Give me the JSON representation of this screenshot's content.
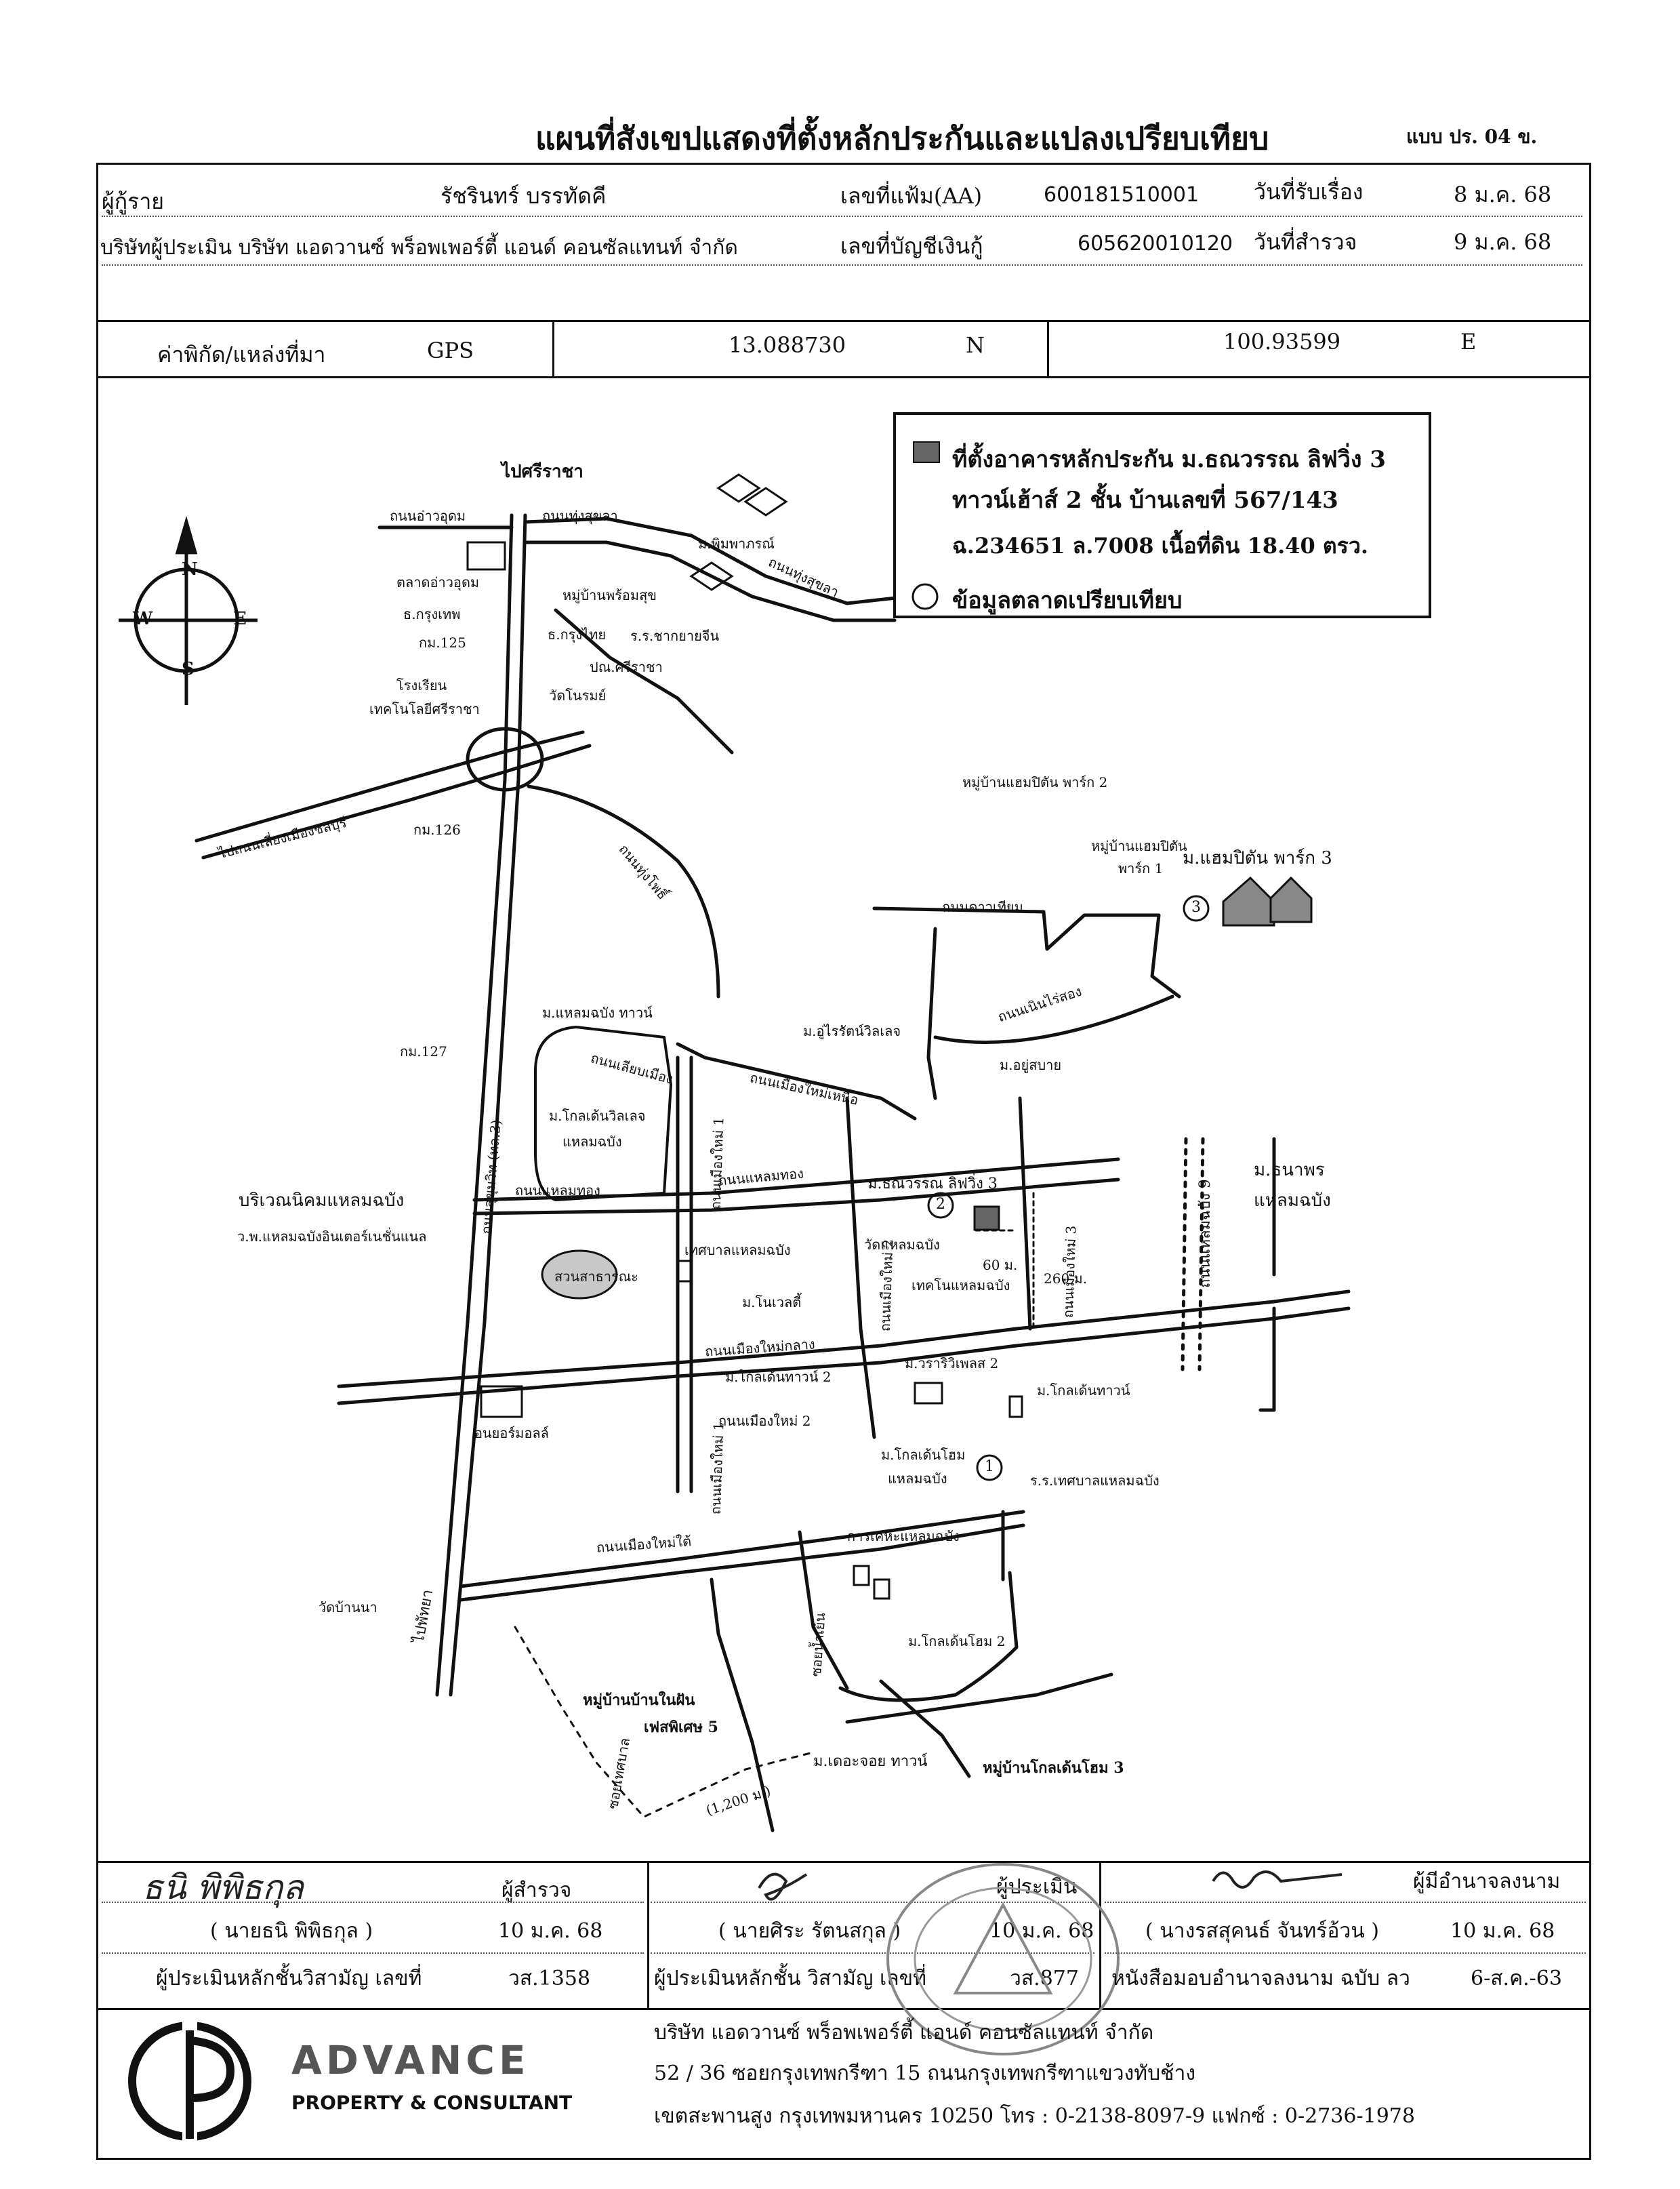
{
  "header": {
    "title": "แผนที่สังเขปแสดงที่ตั้งหลักประกันและแปลงเปรียบเทียบ",
    "form_no": "แบบ ปร. 04 ข."
  },
  "info": {
    "borrower_label": "ผู้กู้ราย",
    "borrower_name": "รัชรินทร์ บรรทัดคี",
    "file_no_label": "เลขที่แฟ้ม(AA)",
    "file_no": "600181510001",
    "received_label": "วันที่รับเรื่อง",
    "received_date": "8 ม.ค. 68",
    "appraiser_company": "บริษัทผู้ประเมิน บริษัท แอดวานซ์ พร็อพเพอร์ตี้ แอนด์ คอนซัลแทนท์ จำกัด",
    "account_label": "เลขที่บัญชีเงินกู้",
    "account_no": "605620010120",
    "survey_label": "วันที่สำรวจ",
    "survey_date": "9 ม.ค. 68"
  },
  "coords": {
    "label": "ค่าพิกัด/แหล่งที่มา",
    "source": "GPS",
    "lat": "13.088730",
    "lat_dir": "N",
    "lon": "100.93599",
    "lon_dir": "E"
  },
  "legend": {
    "line1": "ที่ตั้งอาคารหลักประกัน ม.ธณวรรณ ลิฟวิ่ง 3",
    "line2": "ทาวน์เฮ้าส์ 2 ชั้น บ้านเลขที่ 567/143",
    "line3": "ฉ.234651 ล.7008 เนื้อที่ดิน 18.40 ตรว.",
    "line4": "ข้อมูลตลาดเปรียบเทียบ"
  },
  "compass": {
    "n": "N",
    "s": "S",
    "e": "E",
    "w": "W"
  },
  "map_labels": {
    "to_sriracha": "ไปศรีราชา",
    "to_pattaya": "ไปพัทยา",
    "ao_udom_rd": "ถนนอ่าวอุดม",
    "thung_sukhla_rd1": "ถนนทุ่งสุขลา",
    "thung_sukhla_rd2": "ถนนทุ่งสุขลา",
    "phimphaporn": "ม.พิมพาภรณ์",
    "ao_udom_market": "ตลาดอ่าวอุดม",
    "krungthep_bank": "ธ.กรุงเทพ",
    "km125": "กม.125",
    "prompsuk_village": "หมู่บ้านพร้อมสุข",
    "krungthai_bank": "ธ.กรุงไทย",
    "chak_yai_school": "ร.ร.ชากยายจีน",
    "sriracha_police": "ปณ.ศรีราชา",
    "wat_mairom": "วัดโนรมย์",
    "tech_school1": "โรงเรียน",
    "tech_school2": "เทคโนโลยีศรีราชา",
    "bypass_rd": "ไปถนนเลี่ยงเมืองชลบุรี",
    "km126": "กม.126",
    "tung_kao_rd": "ถนนทุ่งโพธิ์",
    "hemphit_park2": "หมู่บ้านแฮมปิตัน พาร์ก 2",
    "hemphit_park1a": "หมู่บ้านแฮมปิตัน",
    "hemphit_park1b": "พาร์ก 1",
    "hemphit_park3": "ม.แฮมปิตัน พาร์ก 3",
    "kao_thiam_rd": "ถนนดาวเทียม",
    "nin_rai_song_rd": "ถนนเนินไร่สอง",
    "laem_chabang_town": "ม.แหลมฉบัง ทาวน์",
    "ou_ratsamee": "ม.อู่ไรรัตน์วิลเลจ",
    "ou_sabai": "ม.อยู่สบาย",
    "km127": "กม.127",
    "golden_village_rd": "ถนนเลียบเมือง",
    "mueang_mai_north": "ถนนเมืองใหม่เหนือ",
    "mueang_mai_1": "ถนนเมืองใหม่ 1",
    "golden_village1": "ม.โกลเด้นวิลเลจ",
    "golden_village2": "แหลมฉบัง",
    "sukhumvit_rd": "ถนนสุขุมวิท (ทล.3)",
    "laem_thong_rd1": "ถนนแหลมทอง",
    "laem_thong_rd2": "ถนนแหลมทอง",
    "thanawan3": "ม.ธณวรรณ ลิฟวิ่ง 3",
    "mueang_mai_2": "ถนนเมืองใหม่ 2",
    "mueang_mai_3": "ถนนเมืองใหม่ 3",
    "dist_60": "60 ม.",
    "dist_260": "260 ม.",
    "industrial_estate": "บริเวณนิคมแหลมฉบัง",
    "hospital": "ว.พ.แหลมฉบังอินเตอร์เนชั่นแนล",
    "municipality": "เทศบาลแหลมฉบัง",
    "wat_laem_chabang": "วัดแหลมฉบัง",
    "tech_laem_chabang": "เทคโนแหลมฉบัง",
    "park": "สวนสาธารณะ",
    "novaville": "ม.โนเวลตี้",
    "mueang_mai_central": "ถนนเมืองใหม่กลาง",
    "wararin_place2": "ม.วราริวิเพลส 2",
    "golden_town2": "ม.โกลเด้นทาวน์ 2",
    "golden_town": "ม.โกลเด้นทาวน์",
    "mueang_mai_2b": "ถนนเมืองใหม่ 2",
    "golden_home1": "ม.โกลเด้นโฮม",
    "golden_home2": "แหลมฉบัง",
    "laem_chabang_school": "ร.ร.เทศบาลแหลมฉบัง",
    "anyor_mall": "อนยอร์มอลล์",
    "mueang_mai_1b": "ถนนเมืองใหม่ 1",
    "mueang_mai_south": "ถนนเมืองใหม่ใต้",
    "housing_auth": "การเคหะแหลมฉบัง",
    "wat_ban_na": "วัดบ้านนา",
    "soi_nam_yen": "ซอยน้ำเย็น",
    "golden_home3": "ม.โกลเด้นโฮม 2",
    "nam_san_village1": "หมู่บ้านบ้านในฝัน",
    "nam_san_village2": "เฟสพิเศษ 5",
    "soi_chaloem": "ซอยเทศบาล",
    "the_joy_town": "ม.เดอะจอย ทาวน์",
    "golden_home3b": "หมู่บ้านโกลเด้นโฮม 3",
    "dist_1200": "(1,200 ม.)",
    "thanaporn1": "ม.ธนาพร",
    "thanaporn2": "แหลมฉบัง",
    "laem_chabang_9": "ถนนแหลมฉบัง 9",
    "marker1": "1",
    "marker2": "2",
    "marker3": "3"
  },
  "signatures": {
    "surveyor_handwriting": "ธนิ พิพิธกุล",
    "surveyor_role": "ผู้สำรวจ",
    "surveyor_name": "( นายธนิ พิพิธกุล )",
    "surveyor_date": "10 ม.ค. 68",
    "surveyor_title": "ผู้ประเมินหลักชั้นวิสามัญ เลขที่",
    "surveyor_no": "วส.1358",
    "appraiser_role": "ผู้ประเมิน",
    "appraiser_name": "( นายศิระ รัตนสกุล )",
    "appraiser_date": "10 ม.ค. 68",
    "appraiser_title": "ผู้ประเมินหลักชั้น วิสามัญ เลขที่",
    "appraiser_no": "วส.877",
    "authority_role": "ผู้มีอำนาจลงนาม",
    "authority_name": "( นางรสสุคนธ์ จันทร์อ้วน )",
    "authority_date": "10 ม.ค. 68",
    "authority_title": "หนังสือมอบอำนาจลงนาม ฉบับ ลว",
    "authority_doc_date": "6-ส.ค.-63"
  },
  "company": {
    "logo_name": "ADVANCE",
    "logo_sub": "PROPERTY & CONSULTANT",
    "name": "บริษัท แอดวานซ์ พร็อพเพอร์ตี้ แอนด์ คอนซัลแทนท์ จำกัด",
    "address": "52 / 36 ซอยกรุงเทพกรีฑา 15 ถนนกรุงเทพกรีฑาแขวงทับช้าง",
    "contact": "เขตสะพานสูง กรุงเทพมหานคร 10250 โทร : 0-2138-8097-9 แฟกซ์ : 0-2736-1978"
  }
}
